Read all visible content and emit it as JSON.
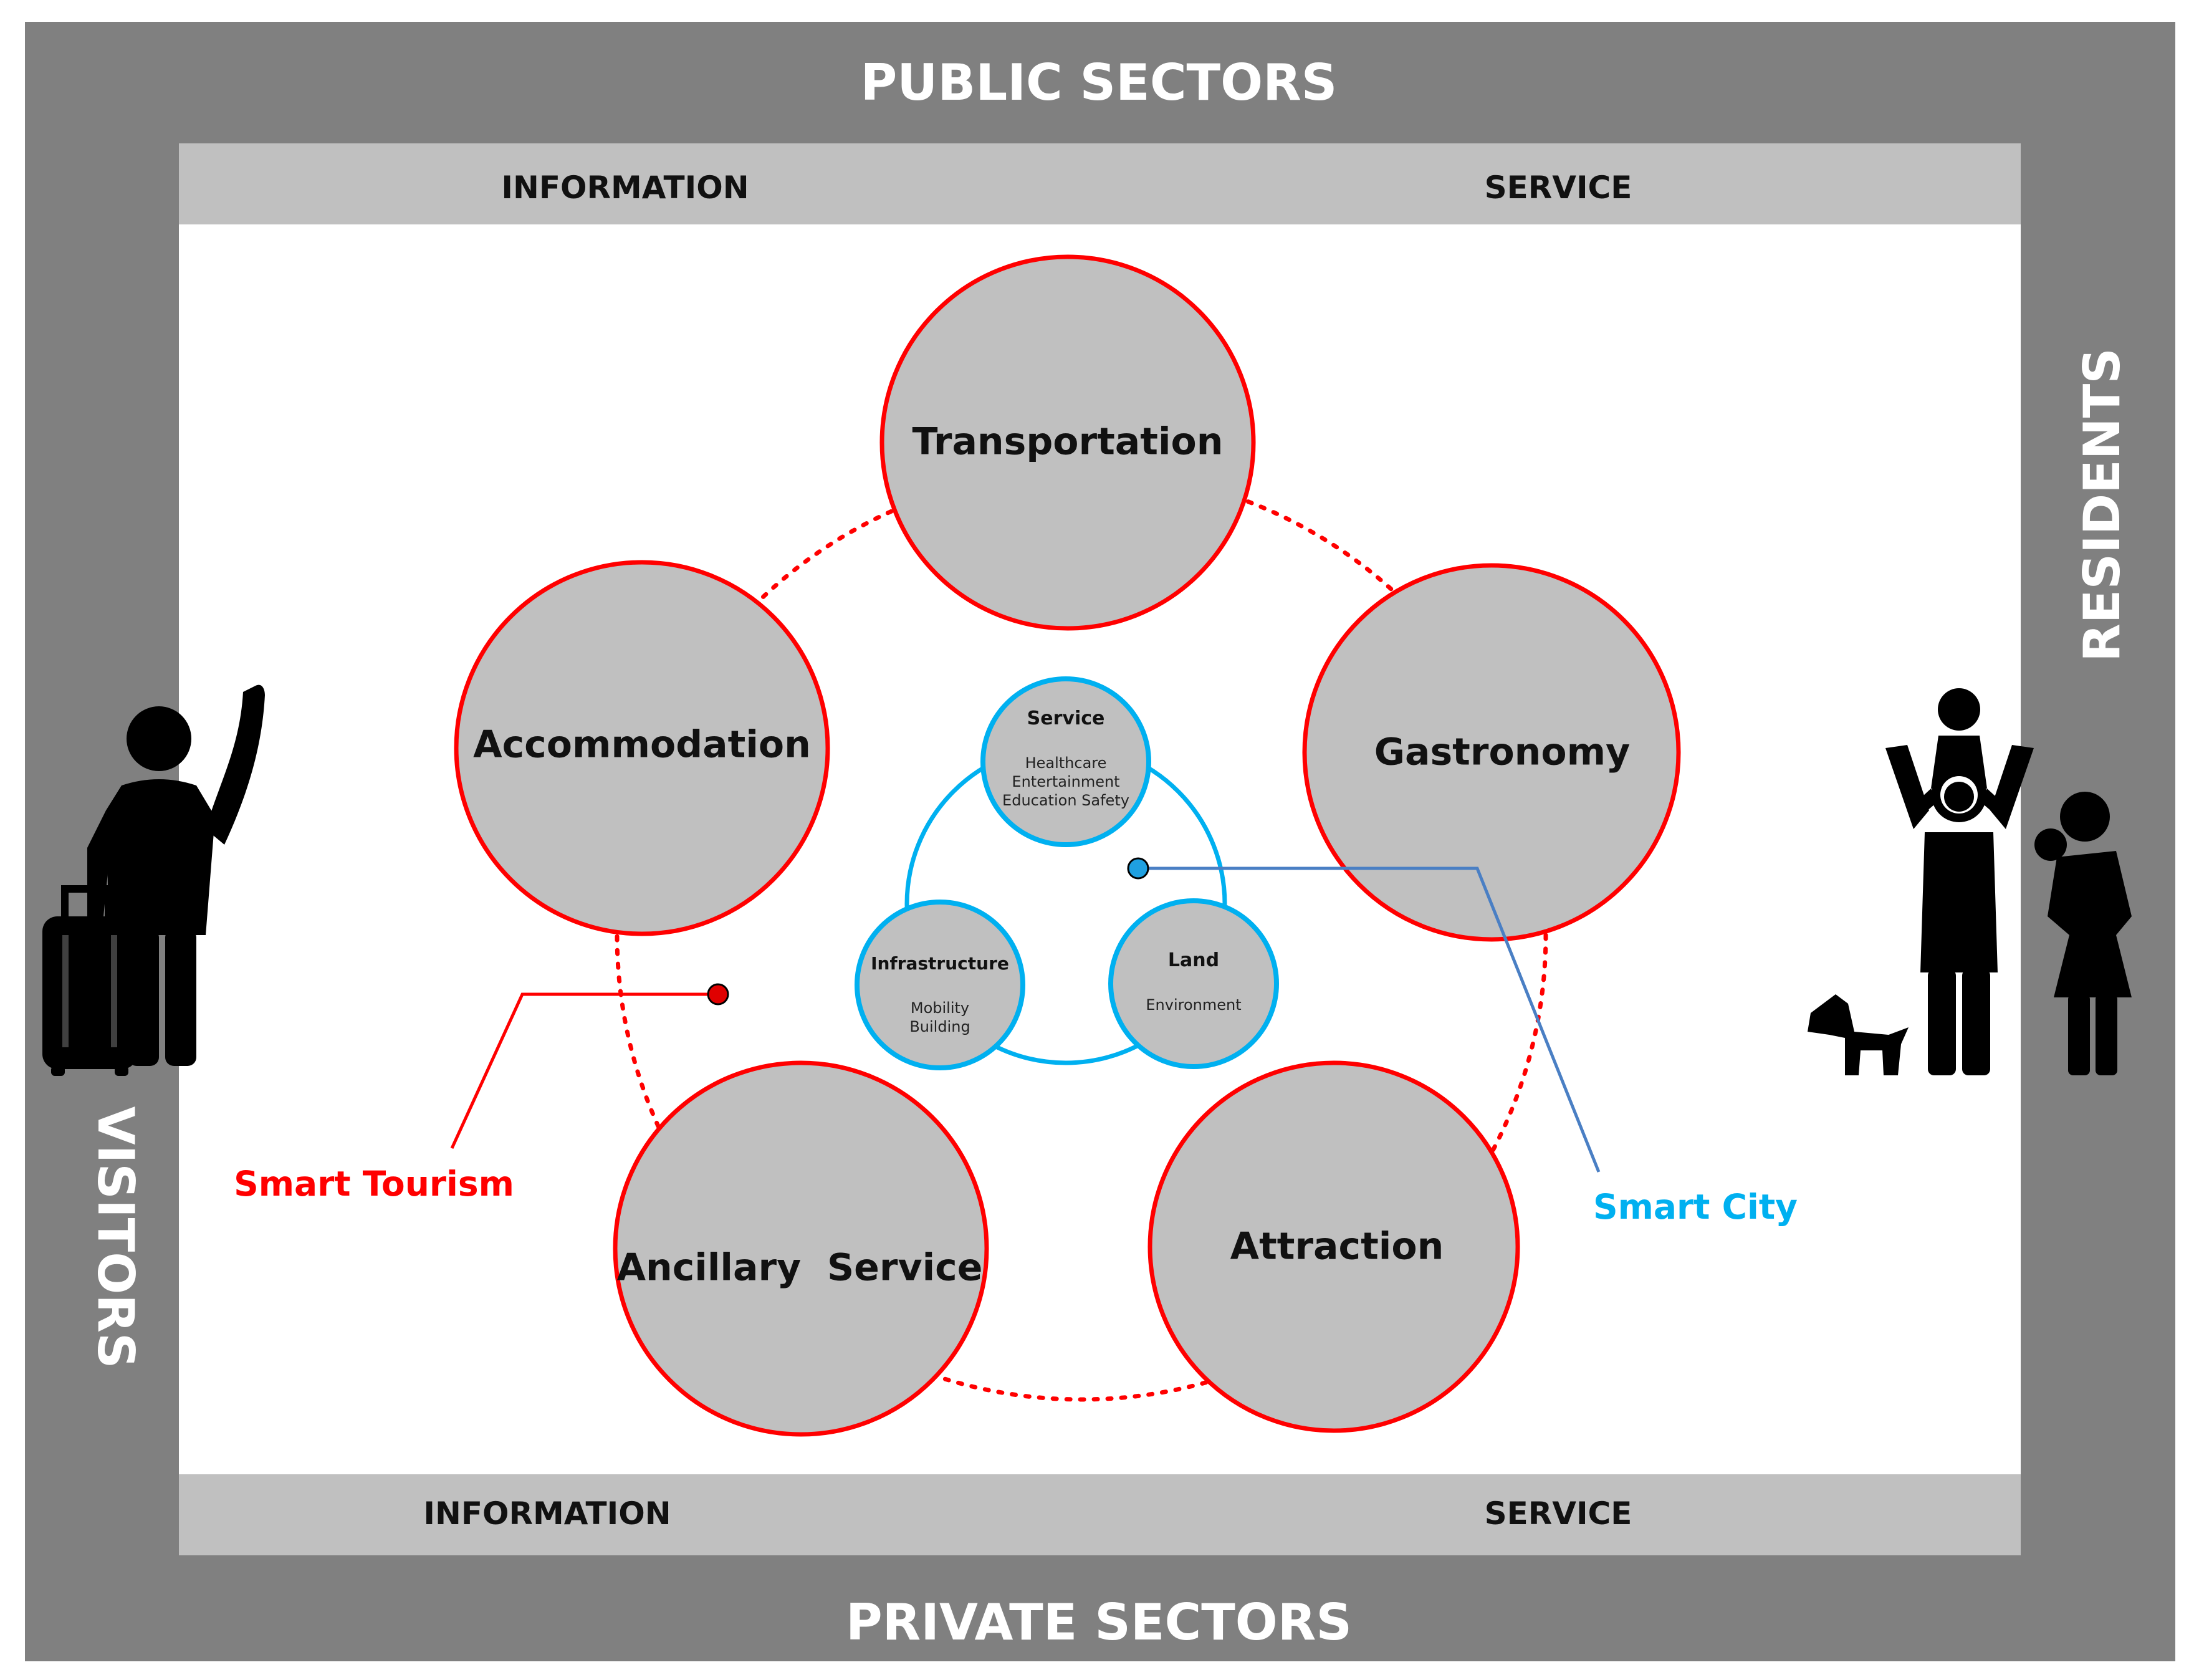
{
  "frame": {
    "top": "PUBLIC SECTORS",
    "bottom": "PRIVATE SECTORS",
    "left": "VISITORS",
    "right": "RESIDENTS"
  },
  "bands": {
    "top_left": "INFORMATION",
    "top_right": "SERVICE",
    "bottom_left": "INFORMATION",
    "bottom_right": "SERVICE"
  },
  "tourism_circles": [
    {
      "label": "Transportation"
    },
    {
      "label": "Gastronomy"
    },
    {
      "label": "Attraction"
    },
    {
      "label": "Ancillary  Service"
    },
    {
      "label": "Accommodation"
    }
  ],
  "city_circles": [
    {
      "title": "Service",
      "lines": [
        "Healthcare",
        "Entertainment",
        "Education Safety"
      ]
    },
    {
      "title": "Infrastructure",
      "lines": [
        "Mobility",
        "Building"
      ]
    },
    {
      "title": "Land",
      "lines": [
        "Environment"
      ]
    }
  ],
  "callouts": {
    "tourism": "Smart Tourism",
    "city": "Smart City"
  },
  "colors": {
    "frame": "#808080",
    "band": "#c0c0c0",
    "circle_fill": "#c0c0c0",
    "tourism_red": "#ff0000",
    "city_blue": "#00b0f0",
    "city_line": "#4a7fc4",
    "silhouette": "#000000"
  },
  "icons": {
    "visitor": "traveler-with-suitcase-icon",
    "residents": "family-with-dog-icon"
  }
}
